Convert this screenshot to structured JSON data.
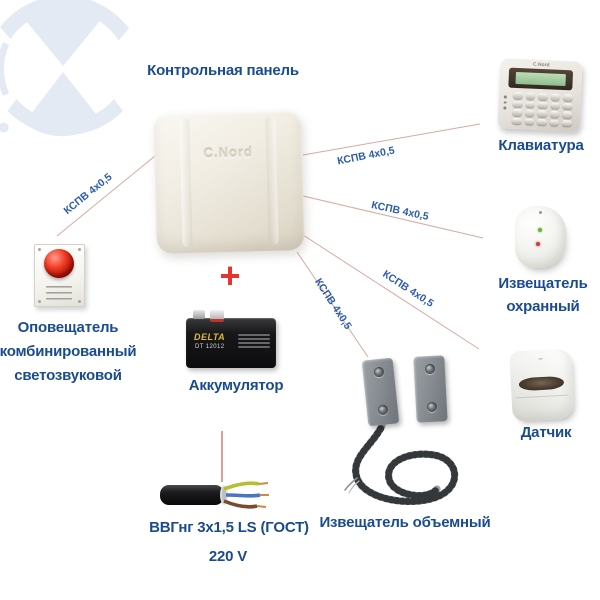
{
  "diagram": {
    "title": "Контрольная панель",
    "wire_type_label": "КСПВ 4х0,5",
    "plus_sign": "+",
    "nodes": {
      "control_panel": {
        "brand": "C.Nord"
      },
      "keyboard": {
        "label": "Клавиатура",
        "brand": "C.Nord"
      },
      "security_detector": {
        "label_line1": "Извещатель",
        "label_line2": "охранный"
      },
      "sensor": {
        "label": "Датчик"
      },
      "volumetric_detector": {
        "label": "Извещатель объемный"
      },
      "combined_siren": {
        "label_line1": "Оповещатель",
        "label_line2": "комбинированный",
        "label_line3": "светозвуковой"
      },
      "battery": {
        "label": "Аккумулятор",
        "brand": "DELTA",
        "model": "DT 12012"
      },
      "power_cable": {
        "label": "ВВГнг 3х1,5 LS (ГОСТ)",
        "voltage": "220 V"
      }
    },
    "colors": {
      "label_text": "#1b4b8f",
      "wire_label_text": "#2b5cad",
      "wire_line": "#d5aaa3",
      "power_line": "#cc7a6b",
      "plus_red": "#e6352c",
      "watermark_blue": "#e4eaf4"
    }
  }
}
